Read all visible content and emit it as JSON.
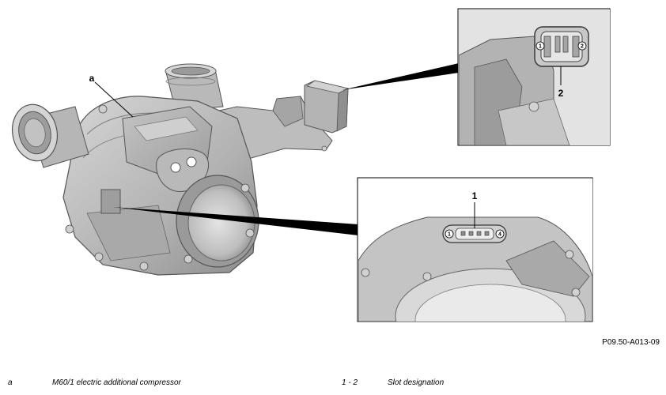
{
  "callouts": {
    "a": "a",
    "one": "1",
    "two": "2"
  },
  "pins": {
    "top_left": "1",
    "top_right": "2",
    "bottom_left": "1",
    "bottom_right": "4"
  },
  "figure_id": "P09.50-A013-09",
  "legend": [
    {
      "key": "a",
      "text": "M60/1 electric additional compressor"
    },
    {
      "key": "1 - 2",
      "text": "Slot designation"
    }
  ],
  "colors": {
    "body_light": "#c9c9c9",
    "body_mid": "#a8a8a8",
    "body_dark": "#7c7c7c",
    "outline": "#555555",
    "leader": "#000000"
  }
}
